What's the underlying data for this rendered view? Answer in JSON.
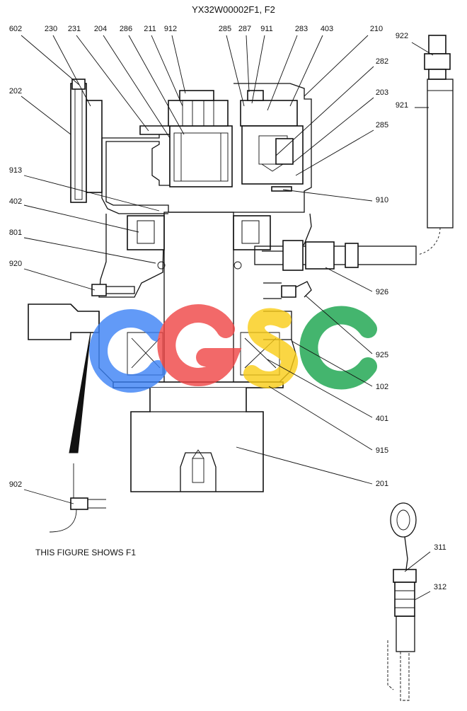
{
  "title": "YX32W00002F1, F2",
  "note": "THIS FIGURE SHOWS  F1",
  "watermark": {
    "text": "CGSC",
    "colors": [
      "#3b82f6",
      "#ef4444",
      "#facc15",
      "#16a34a"
    ]
  },
  "callouts": [
    "602",
    "230",
    "231",
    "204",
    "286",
    "211",
    "912",
    "285",
    "287",
    "911",
    "283",
    "403",
    "210",
    "922",
    "202",
    "282",
    "203",
    "285",
    "921",
    "913",
    "910",
    "402",
    "801",
    "926",
    "920",
    "925",
    "102",
    "401",
    "915",
    "201",
    "902",
    "311",
    "312"
  ]
}
